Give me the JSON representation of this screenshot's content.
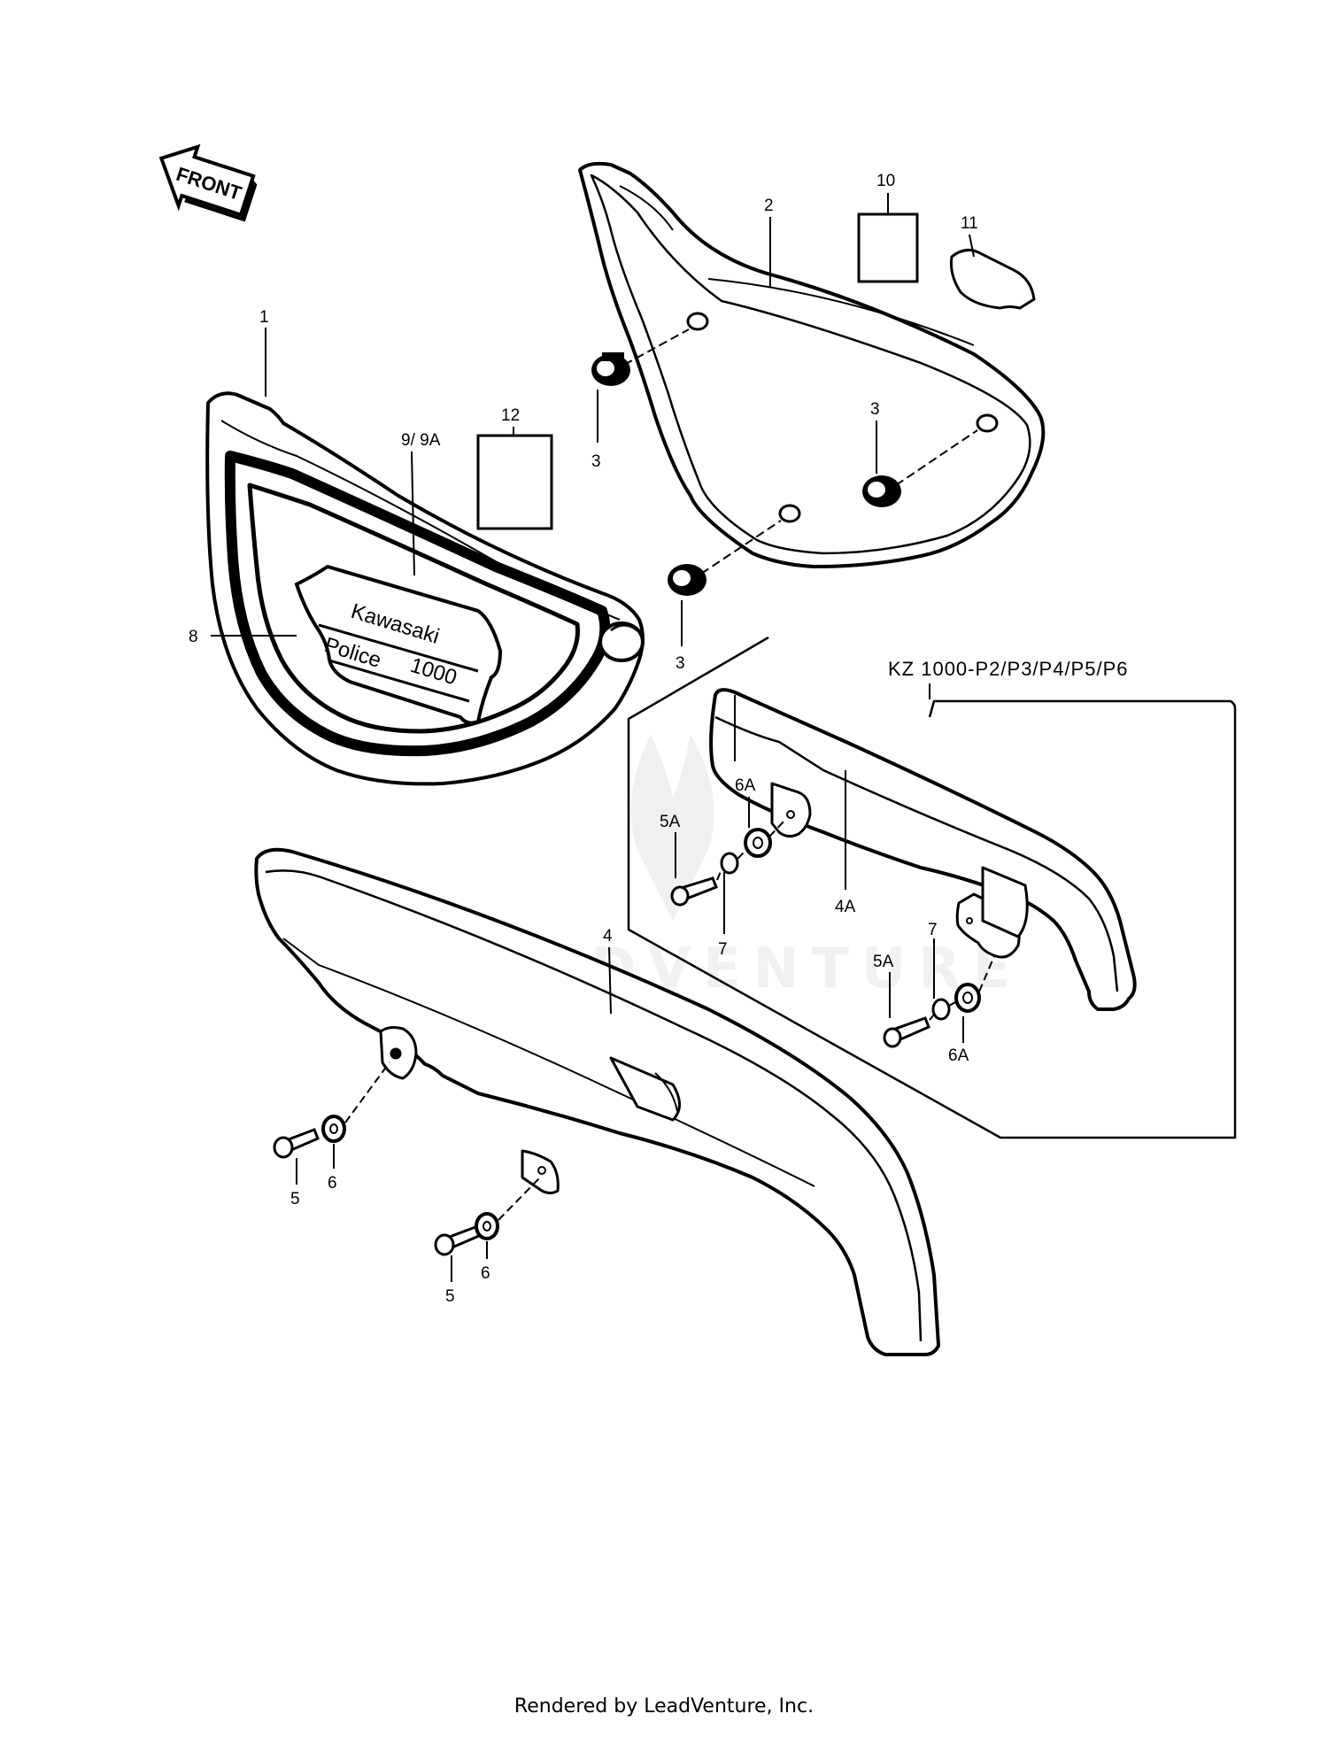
{
  "diagram": {
    "direction_tag": "FRONT",
    "kit_label": "KZ 1000-P2/P3/P4/P5/P6",
    "emblem": {
      "line1": "Kawasaki",
      "line2": "Police",
      "line3": "1000"
    },
    "watermark": "LEADVENTURE",
    "callouts": [
      "1",
      "2",
      "3",
      "3",
      "3",
      "4",
      "4A",
      "5",
      "5",
      "5A",
      "5A",
      "6",
      "6",
      "6A",
      "6A",
      "7",
      "7",
      "8",
      "9/ 9A",
      "10",
      "11",
      "12"
    ]
  },
  "footer": {
    "text": "Rendered by LeadVenture, Inc."
  }
}
